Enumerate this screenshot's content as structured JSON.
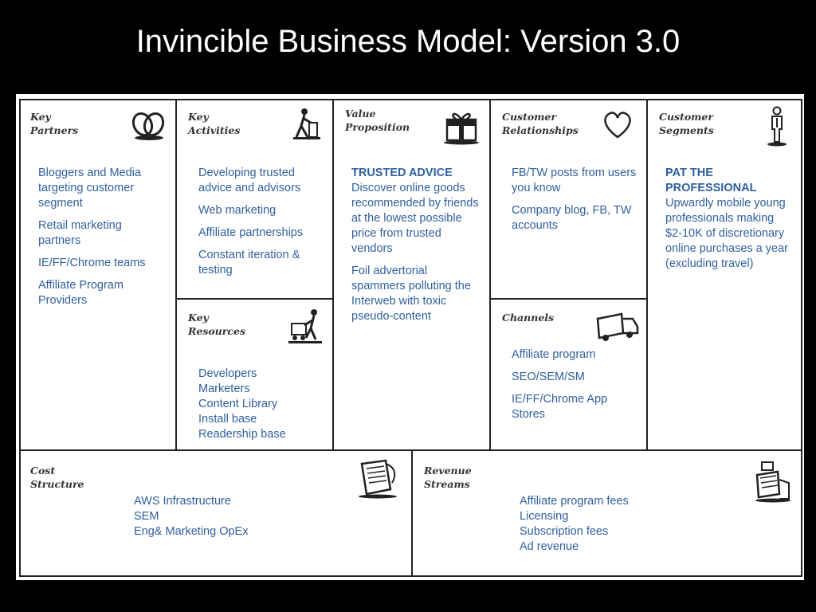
{
  "title": "Invincible Business Model: Version 3.0",
  "sections": {
    "key_partners": {
      "header": [
        "Key",
        "Partners"
      ],
      "items": [
        "Bloggers and Media targeting customer segment",
        "Retail marketing partners",
        "IE/FF/Chrome teams",
        "Affiliate Program Providers"
      ]
    },
    "key_activities": {
      "header": [
        "Key",
        "Activities"
      ],
      "items": [
        "Developing trusted advice and advisors",
        "Web marketing",
        "Affiliate partnerships",
        "Constant iteration & testing"
      ]
    },
    "key_resources": {
      "header": [
        "Key",
        "Resources"
      ],
      "lines": [
        "Developers",
        "Marketers",
        "Content Library",
        "Install base",
        "Readership base"
      ]
    },
    "value_proposition": {
      "header": [
        "Value",
        "Proposition"
      ],
      "heading": "TRUSTED ADVICE",
      "items": [
        "Discover online goods recommended by friends at the lowest possible price from trusted vendors",
        "Foil advertorial spammers polluting the Interweb with toxic pseudo-content"
      ]
    },
    "customer_relationships": {
      "header": [
        "Customer",
        "Relationships"
      ],
      "items": [
        "FB/TW posts from users you know",
        "Company blog, FB, TW accounts"
      ]
    },
    "channels": {
      "header": [
        "Channels"
      ],
      "items": [
        "Affiliate program",
        "SEO/SEM/SM",
        "IE/FF/Chrome App Stores"
      ]
    },
    "customer_segments": {
      "header": [
        "Customer",
        "Segments"
      ],
      "heading": "PAT THE PROFESSIONAL",
      "text": "Upwardly mobile young professionals making $2-10K of discretionary online purchases a year (excluding travel)"
    },
    "cost_structure": {
      "header": [
        "Cost",
        "Structure"
      ],
      "lines": [
        "AWS Infrastructure",
        "SEM",
        "Eng& Marketing OpEx"
      ]
    },
    "revenue_streams": {
      "header": [
        "Revenue",
        "Streams"
      ],
      "lines": [
        "Affiliate program fees",
        "Licensing",
        "Subscription fees",
        "Ad revenue"
      ]
    }
  },
  "icons": {
    "key_partners": "chain-links-icon",
    "key_activities": "worker-icon",
    "key_resources": "worker-with-cart-icon",
    "value_proposition": "gift-icon",
    "customer_relationships": "heart-icon",
    "channels": "truck-icon",
    "customer_segments": "person-icon",
    "cost_structure": "receipt-icon",
    "revenue_streams": "cash-register-icon"
  },
  "colors": {
    "background": "#000000",
    "canvas": "#ffffff",
    "text_blue": "#2f5f9e",
    "header": "#333333"
  }
}
